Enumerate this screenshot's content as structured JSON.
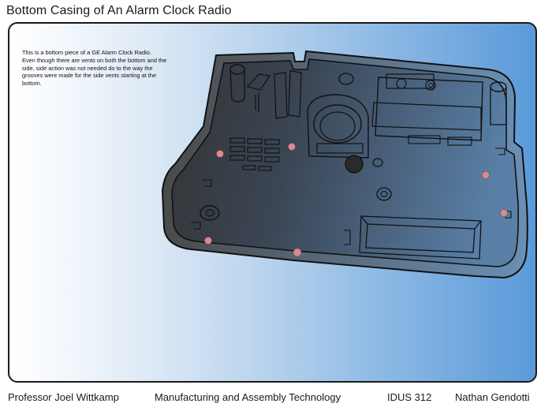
{
  "page_title": "Bottom Casing of An Alarm Clock Radio",
  "description_lines": [
    "This is a bottom piece of a GE Alarm Clock Radio.",
    "Even though there are vents on both the bottom and the",
    "side, side action was not needed do to the way the",
    "grooves were made for the side vents starting at the",
    "bottom."
  ],
  "footer": {
    "professor": "Professor Joel Wittkamp",
    "course_name": "Manufacturing and Assembly Technology",
    "course_code": "IDUS 312",
    "author": "Nathan Gendotti"
  },
  "colors": {
    "casing_dark": "#353535",
    "casing_light": "#5a82a8",
    "outline": "#1a1a1a",
    "ejector_pin": "#d98a8f",
    "background_gradient_end": "#5a9ad9"
  }
}
